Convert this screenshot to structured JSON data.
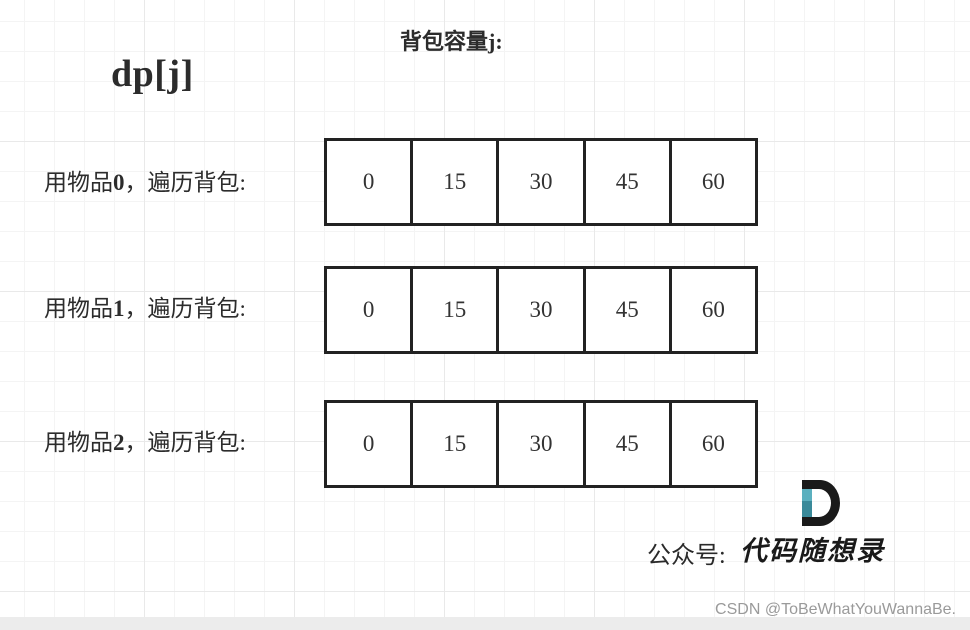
{
  "capacity_label": "背包容量j:",
  "dp_title": "dp[j]",
  "rows": [
    {
      "label_prefix": "用物品",
      "item_number": "0",
      "label_suffix": "，遍历背包:",
      "values": [
        "0",
        "15",
        "30",
        "45",
        "60"
      ]
    },
    {
      "label_prefix": "用物品",
      "item_number": "1",
      "label_suffix": "，遍历背包:",
      "values": [
        "0",
        "15",
        "30",
        "45",
        "60"
      ]
    },
    {
      "label_prefix": "用物品",
      "item_number": "2",
      "label_suffix": "，遍历背包:",
      "values": [
        "0",
        "15",
        "30",
        "45",
        "60"
      ]
    }
  ],
  "official_account": {
    "label": "公众号:",
    "name": "代码随想录",
    "logo_letter": "D"
  },
  "watermark": "CSDN @ToBeWhatYouWannaBe.",
  "colors": {
    "cell_border": "#222222",
    "text": "#2c2c2c",
    "logo_dark": "#1a1a1a",
    "logo_accent": "#3a8a9a"
  }
}
